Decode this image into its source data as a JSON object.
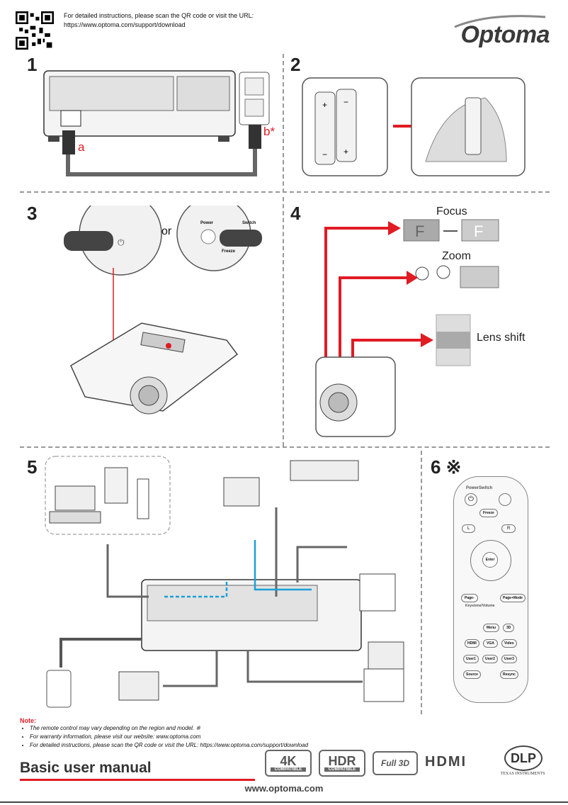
{
  "header": {
    "instructions_line1": "For detailed instructions, please scan the QR code or visit the URL:",
    "instructions_line2": "https://www.optoma.com/support/download",
    "brand": "Optoma"
  },
  "steps": {
    "s1": "1",
    "s2": "2",
    "s3": "3",
    "s4": "4",
    "s5": "5",
    "s6": "6 ※"
  },
  "step1": {
    "label_a": "a",
    "label_b": "b*"
  },
  "step3": {
    "or": "or",
    "power": "Power",
    "switch": "Switch",
    "freeze": "Freeze"
  },
  "step4": {
    "focus": "Focus",
    "zoom": "Zoom",
    "lens_shift": "Lens shift"
  },
  "remote": {
    "power_switch": "PowerSwitch",
    "freeze": "Freeze",
    "l": "L",
    "r": "R",
    "enter": "Enter",
    "page_minus": "Page-",
    "page_plus_mode": "Page+Mode",
    "keystone_volume": "Keystone/Volume",
    "row1": [
      "Menu",
      "3D"
    ],
    "row2": [
      "HDMI",
      "VGA",
      "Video"
    ],
    "row3": [
      "User1",
      "User2",
      "User3"
    ],
    "row4": [
      "Source",
      "Resync"
    ]
  },
  "note": {
    "title": "Note:",
    "items": [
      "The remote control may vary depending on the region and model. ※",
      "For warranty information, please visit our website: www.optoma.com",
      "For detailed instructions, please scan the QR code or visit the URL: https://www.optoma.com/support/download"
    ]
  },
  "footer": {
    "title": "Basic user manual",
    "url": "www.optoma.com",
    "badges": {
      "k4": "4K",
      "k4_sub": "COMPATIBLE",
      "hdr": "HDR",
      "hdr_sub": "COMPATIBLE",
      "full3d": "Full 3D",
      "hdmi": "HDMI",
      "dlp": "DLP",
      "dlp_sub": "TEXAS INSTRUMENTS"
    }
  },
  "colors": {
    "accent": "#e01b24",
    "cable_blue": "#1aa0d8",
    "gray": "#999999"
  }
}
